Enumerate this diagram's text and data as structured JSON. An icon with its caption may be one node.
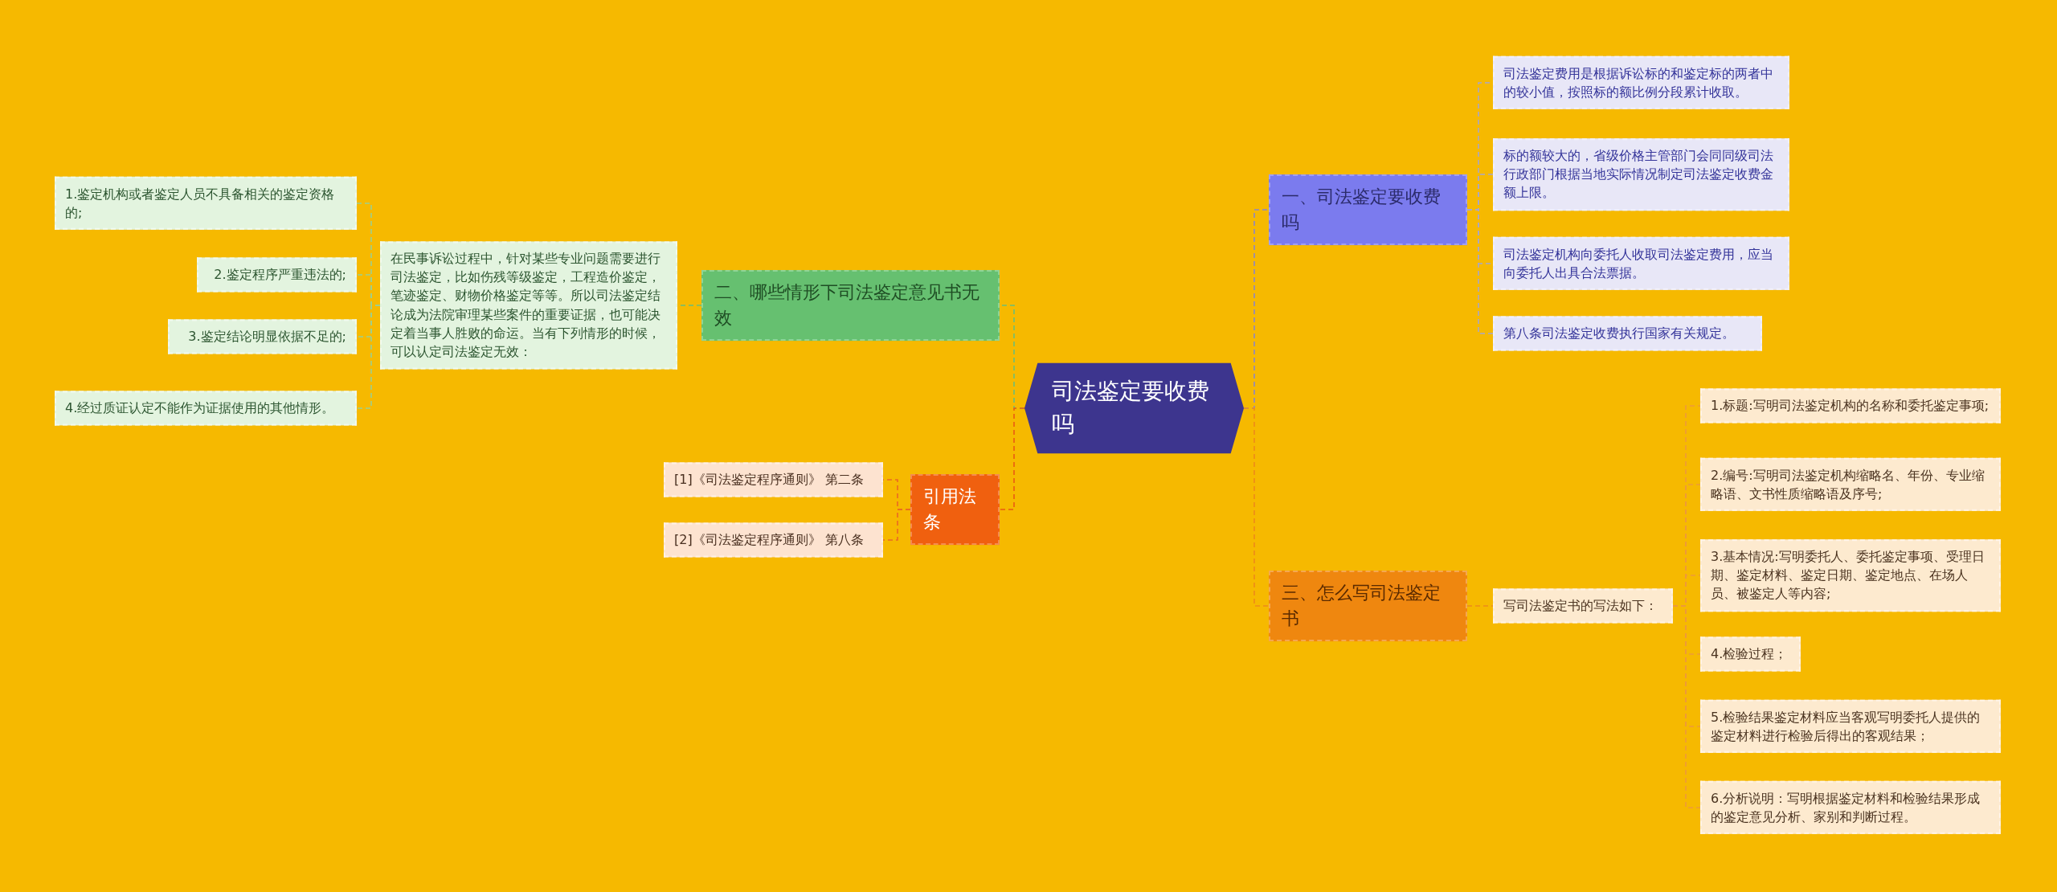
{
  "diagram": {
    "nodes": [
      {
        "text": [
          "司法鉴定要收费吗"
        ]
      },
      {
        "text": [
          "一、司法鉴定要收费吗"
        ]
      },
      {
        "text": [
          "司法鉴定费用是根据诉讼标的和鉴定标的两者中的较小值，按照标的额比例分段累计收取。"
        ]
      },
      {
        "text": [
          "标的额较大的，省级价格主管部门会同同级司法行政部门根据当地实际情况制定司法鉴定收费金额上限。"
        ]
      },
      {
        "text": [
          "司法鉴定机构向委托人收取司法鉴定费用，应当向委托人出具合法票据。"
        ]
      },
      {
        "text": [
          "第八条司法鉴定收费执行国家有关规定。"
        ]
      },
      {
        "text": [
          "三、怎么写司法鉴定书"
        ]
      },
      {
        "text": [
          "写司法鉴定书的写法如下："
        ]
      },
      {
        "text": [
          "1.标题:写明司法鉴定机构的名称和委托鉴定事项;"
        ]
      },
      {
        "text": [
          "2.编号:写明司法鉴定机构缩略名、年份、专业缩略语、文书性质缩略语及序号;"
        ]
      },
      {
        "text": [
          "3.基本情况:写明委托人、委托鉴定事项、受理日期、鉴定材料、鉴定日期、鉴定地点、在场人员、被鉴定人等内容;"
        ]
      },
      {
        "text": [
          "4.检验过程；"
        ]
      },
      {
        "text": [
          "5.检验结果鉴定材料应当客观写明委托人提供的鉴定材料进行检验后得出的客观结果；"
        ]
      },
      {
        "text": [
          "6.分析说明：写明根据鉴定材料和检验结果形成的鉴定意见分析、家别和判断过程。"
        ]
      },
      {
        "text": [
          "二、哪些情形下司法鉴定意见书无效"
        ]
      },
      {
        "text": [
          "在民事诉讼过程中，针对某些专业问题需要进行司法鉴定，比如伤残等级鉴定，工程造价鉴定，笔迹鉴定、财物价格鉴定等等。所以司法鉴定结论成为法院审理某些案件的重要证据，也可能决定着当事人胜败的命运。当有下列情形的时候，可以认定司法鉴定无效："
        ]
      },
      {
        "text": [
          "1.鉴定机构或者鉴定人员不具备相关的鉴定资格的;"
        ]
      },
      {
        "text": [
          "2.鉴定程序严重违法的;"
        ]
      },
      {
        "text": [
          "3.鉴定结论明显依据不足的;"
        ]
      },
      {
        "text": [
          "4.经过质证认定不能作为证据使用的其他情形。"
        ]
      },
      {
        "text": [
          "引用法条"
        ]
      },
      {
        "text": [
          "[1]《司法鉴定程序通则》 第二条"
        ]
      },
      {
        "text": [
          "[2]《司法鉴定程序通则》 第八条"
        ]
      }
    ],
    "edges": [
      {
        "from": 0,
        "to": 1,
        "arrow": "none",
        "style": "dashed",
        "color": "#8c86c8"
      },
      {
        "from": 1,
        "to": 2,
        "arrow": "none",
        "style": "dashed",
        "color": "#a9a7c9"
      },
      {
        "from": 1,
        "to": 3,
        "arrow": "none",
        "style": "dashed",
        "color": "#a9a7c9"
      },
      {
        "from": 1,
        "to": 4,
        "arrow": "none",
        "style": "dashed",
        "color": "#a9a7c9"
      },
      {
        "from": 1,
        "to": 5,
        "arrow": "none",
        "style": "dashed",
        "color": "#a9a7c9"
      },
      {
        "from": 0,
        "to": 6,
        "arrow": "none",
        "style": "dashed",
        "color": "#ee8a1a"
      },
      {
        "from": 6,
        "to": 7,
        "arrow": "none",
        "style": "dashed",
        "color": "#ee8a1a"
      },
      {
        "from": 7,
        "to": 8,
        "arrow": "none",
        "style": "dashed",
        "color": "#ee9a3a"
      },
      {
        "from": 7,
        "to": 9,
        "arrow": "none",
        "style": "dashed",
        "color": "#ee9a3a"
      },
      {
        "from": 7,
        "to": 10,
        "arrow": "none",
        "style": "dashed",
        "color": "#ee9a3a"
      },
      {
        "from": 7,
        "to": 11,
        "arrow": "none",
        "style": "dashed",
        "color": "#ee9a3a"
      },
      {
        "from": 7,
        "to": 12,
        "arrow": "none",
        "style": "dashed",
        "color": "#ee9a3a"
      },
      {
        "from": 7,
        "to": 13,
        "arrow": "none",
        "style": "dashed",
        "color": "#ee9a3a"
      },
      {
        "from": 0,
        "to": 14,
        "arrow": "none",
        "style": "dashed",
        "color": "#6cbf78"
      },
      {
        "from": 14,
        "to": 15,
        "arrow": "none",
        "style": "dashed",
        "color": "#6cbf78"
      },
      {
        "from": 15,
        "to": 16,
        "arrow": "none",
        "style": "dashed",
        "color": "#9ccf90"
      },
      {
        "from": 15,
        "to": 17,
        "arrow": "none",
        "style": "dashed",
        "color": "#9ccf90"
      },
      {
        "from": 15,
        "to": 18,
        "arrow": "none",
        "style": "dashed",
        "color": "#9ccf90"
      },
      {
        "from": 15,
        "to": 19,
        "arrow": "none",
        "style": "dashed",
        "color": "#9ccf90"
      },
      {
        "from": 0,
        "to": 20,
        "arrow": "none",
        "style": "dashed",
        "color": "#ea5a12"
      },
      {
        "from": 20,
        "to": 21,
        "arrow": "none",
        "style": "dashed",
        "color": "#ea6a22"
      },
      {
        "from": 20,
        "to": 22,
        "arrow": "none",
        "style": "dashed",
        "color": "#ea6a22"
      }
    ]
  }
}
